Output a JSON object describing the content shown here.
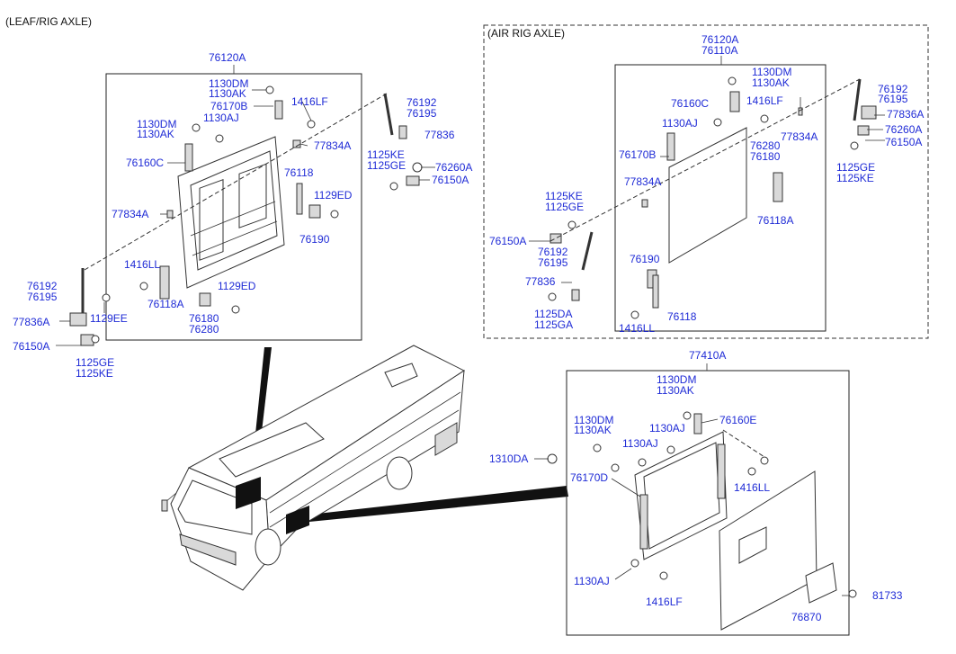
{
  "headers": {
    "leaf": "(LEAF/RIG AXLE)",
    "air": "(AIR RIG AXLE)"
  },
  "leaf_labels": {
    "l76120A": "76120A",
    "l1130DM_a": "1130DM",
    "l1130AK_a": "1130AK",
    "l76170B": "76170B",
    "l1416LF": "1416LF",
    "l1130DM_b": "1130DM",
    "l1130AK_b": "1130AK",
    "l1130AJ": "1130AJ",
    "l76160C": "76160C",
    "l77834A_a": "77834A",
    "l77834A_b": "77834A",
    "l76118": "76118",
    "l1129ED_a": "1129ED",
    "l76190": "76190",
    "l76192_a": "76192",
    "l76195_a": "76195",
    "l77836": "77836",
    "l1125KE_a": "1125KE",
    "l1125GE_a": "1125GE",
    "l76260A": "76260A",
    "l76150A_a": "76150A",
    "l1416LL": "1416LL",
    "l76118A": "76118A",
    "l1129ED_b": "1129ED",
    "l76180": "76180",
    "l76280": "76280",
    "l76192_b": "76192",
    "l76195_b": "76195",
    "l77836A": "77836A",
    "l1129EE": "1129EE",
    "l76150A_b": "76150A",
    "l1125GE_b": "1125GE",
    "l1125KE_b": "1125KE"
  },
  "air_labels": {
    "a76120A": "76120A",
    "a76110A": "76110A",
    "a1130DM": "1130DM",
    "a1130AK": "1130AK",
    "a76160C": "76160C",
    "a1416LF": "1416LF",
    "a1130AJ": "1130AJ",
    "a76192_a": "76192",
    "a76195_a": "76195",
    "a77836A": "77836A",
    "a76260A": "76260A",
    "a76150A_a": "76150A",
    "a1125GE_a": "1125GE",
    "a1125KE_a": "1125KE",
    "a77834A_a": "77834A",
    "a76280": "76280",
    "a76180": "76180",
    "a76170B": "76170B",
    "a77834A_b": "77834A",
    "a76118A": "76118A",
    "a1125KE_b": "1125KE",
    "a1125GE_b": "1125GE",
    "a76150A_b": "76150A",
    "a76192_b": "76192",
    "a76195_b": "76195",
    "a76190": "76190",
    "a77836": "77836",
    "a1125DA": "1125DA",
    "a1125GA": "1125GA",
    "a76118": "76118",
    "a1416LL": "1416LL"
  },
  "lower_labels": {
    "b77410A": "77410A",
    "b1130DM_a": "1130DM",
    "b1130AK_a": "1130AK",
    "b1130DM_b": "1130DM",
    "b1130AK_b": "1130AK",
    "b1130AJ_a": "1130AJ",
    "b76160E": "76160E",
    "b1130AJ_b": "1130AJ",
    "b1310DA": "1310DA",
    "b76170D": "76170D",
    "b1416LL": "1416LL",
    "b1130AJ_c": "1130AJ",
    "b1416LF": "1416LF",
    "b81733": "81733",
    "b76870": "76870"
  },
  "colors": {
    "label": "#1f2bd6",
    "header": "#111111",
    "line": "#222222"
  }
}
